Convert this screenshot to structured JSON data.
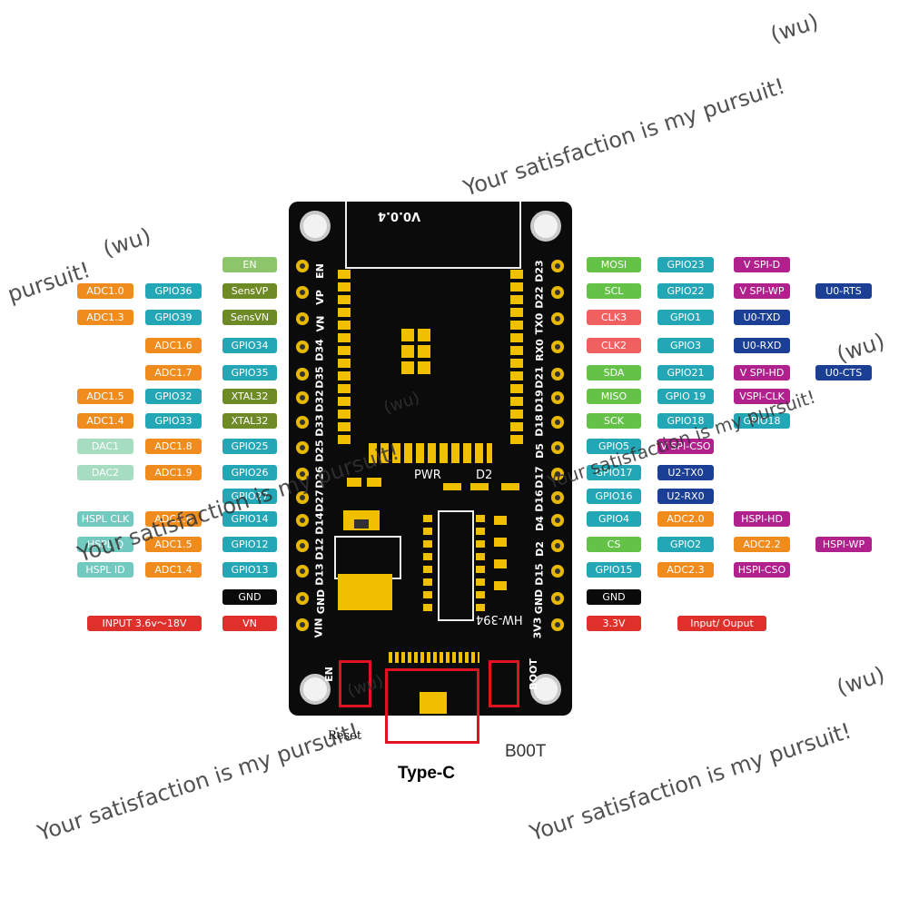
{
  "board": {
    "version": "V0.0.4",
    "model": "HW-394",
    "pwr_label": "PWR",
    "d2_label": "D2",
    "en_label": "EN",
    "boot_label": "BOOT"
  },
  "left_silk": [
    "EN",
    "VP",
    "VN",
    "D34",
    "D35",
    "D32",
    "D33",
    "D25",
    "D26",
    "D27",
    "D14",
    "D12",
    "D13",
    "GND",
    "VIN"
  ],
  "right_silk": [
    "D23",
    "D22",
    "TX0",
    "RX0",
    "D21",
    "D19",
    "D18",
    "D5",
    "D17",
    "D16",
    "D4",
    "D2",
    "D15",
    "GND",
    "3V3"
  ],
  "captions": {
    "reset": "Reset",
    "type_c": "Type-C",
    "boot": "B00T"
  },
  "watermarks": [
    "(wu)",
    "Your satisfaction is my pursuit!",
    "pursuit!",
    "(wu)",
    "(wu)",
    "Your satisfaction is my pursuit!",
    "(wu)",
    "Your satisfaction is my pursuit!",
    "(wu)",
    "Your satisfaction is my pursuit!",
    "(wu)"
  ],
  "colors": {
    "en_green": "#8dc56b",
    "adc_orange": "#f08c1e",
    "gpio_teal": "#23a6b6",
    "sens_olive": "#6e8a26",
    "dac_mint": "#a6dcc0",
    "hspi_aqua": "#72c9c0",
    "gnd_black": "#0a0a0a",
    "power_red": "#e0302c",
    "bright_green": "#63c247",
    "salmon": "#f06060",
    "vspi_magenta": "#b0218e",
    "uart_navy": "#1b3f94",
    "gold": "#e7b800",
    "highlight_red": "#e0141e"
  },
  "labels": [
    {
      "text": "EN",
      "color": "#8dc56b"
    },
    {
      "text": "ADC1.0",
      "color": "#f08c1e"
    },
    {
      "text": "GPIO36",
      "color": "#23a6b6"
    },
    {
      "text": "SensVP",
      "color": "#6e8a26"
    },
    {
      "text": "ADC1.3",
      "color": "#f08c1e"
    },
    {
      "text": "GPIO39",
      "color": "#23a6b6"
    },
    {
      "text": "SensVN",
      "color": "#6e8a26"
    },
    {
      "text": "ADC1.6",
      "color": "#f08c1e"
    },
    {
      "text": "GPIO34",
      "color": "#23a6b6"
    },
    {
      "text": "ADC1.7",
      "color": "#f08c1e"
    },
    {
      "text": "GPIO35",
      "color": "#23a6b6"
    },
    {
      "text": "ADC1.5",
      "color": "#f08c1e"
    },
    {
      "text": "GPIO32",
      "color": "#23a6b6"
    },
    {
      "text": "XTAL32",
      "color": "#6e8a26"
    },
    {
      "text": "ADC1.4",
      "color": "#f08c1e"
    },
    {
      "text": "GPIO33",
      "color": "#23a6b6"
    },
    {
      "text": "XTAL32",
      "color": "#6e8a26"
    },
    {
      "text": "DAC1",
      "color": "#a6dcc0"
    },
    {
      "text": "ADC1.8",
      "color": "#f08c1e"
    },
    {
      "text": "GPIO25",
      "color": "#23a6b6"
    },
    {
      "text": "DAC2",
      "color": "#a6dcc0"
    },
    {
      "text": "ADC1.9",
      "color": "#f08c1e"
    },
    {
      "text": "GPIO26",
      "color": "#23a6b6"
    },
    {
      "text": "GPIO27",
      "color": "#23a6b6"
    },
    {
      "text": "HSPL CLK",
      "color": "#72c9c0"
    },
    {
      "text": "ADC1.6",
      "color": "#f08c1e"
    },
    {
      "text": "GPIO14",
      "color": "#23a6b6"
    },
    {
      "text": "HSPL Q",
      "color": "#72c9c0"
    },
    {
      "text": "ADC1.5",
      "color": "#f08c1e"
    },
    {
      "text": "GPIO12",
      "color": "#23a6b6"
    },
    {
      "text": "HSPL ID",
      "color": "#72c9c0"
    },
    {
      "text": "ADC1.4",
      "color": "#f08c1e"
    },
    {
      "text": "GPIO13",
      "color": "#23a6b6"
    },
    {
      "text": "GND",
      "color": "#0a0a0a"
    },
    {
      "text": "INPUT  3.6v～18V",
      "color": "#e0302c"
    },
    {
      "text": "VN",
      "color": "#e0302c"
    },
    {
      "text": "MOSI",
      "color": "#63c247"
    },
    {
      "text": "GPIO23",
      "color": "#23a6b6"
    },
    {
      "text": "V SPI-D",
      "color": "#b0218e"
    },
    {
      "text": "SCL",
      "color": "#63c247"
    },
    {
      "text": "GPIO22",
      "color": "#23a6b6"
    },
    {
      "text": "V SPI-WP",
      "color": "#b0218e"
    },
    {
      "text": "U0-RTS",
      "color": "#1b3f94"
    },
    {
      "text": "CLK3",
      "color": "#f06060"
    },
    {
      "text": "GPIO1",
      "color": "#23a6b6"
    },
    {
      "text": "U0-TXD",
      "color": "#1b3f94"
    },
    {
      "text": "CLK2",
      "color": "#f06060"
    },
    {
      "text": "GPIO3",
      "color": "#23a6b6"
    },
    {
      "text": "U0-RXD",
      "color": "#1b3f94"
    },
    {
      "text": "SDA",
      "color": "#63c247"
    },
    {
      "text": "GPIO21",
      "color": "#23a6b6"
    },
    {
      "text": "V SPI-HD",
      "color": "#b0218e"
    },
    {
      "text": "U0-CTS",
      "color": "#1b3f94"
    },
    {
      "text": "MISO",
      "color": "#63c247"
    },
    {
      "text": "GPIO 19",
      "color": "#23a6b6"
    },
    {
      "text": "VSPI-CLK",
      "color": "#b0218e"
    },
    {
      "text": "SCK",
      "color": "#63c247"
    },
    {
      "text": "GPIO18",
      "color": "#23a6b6"
    },
    {
      "text": "GPIO18",
      "color": "#23a6b6"
    },
    {
      "text": "GPIO5",
      "color": "#23a6b6"
    },
    {
      "text": "V SPI-CSO",
      "color": "#b0218e"
    },
    {
      "text": "GPIO17",
      "color": "#23a6b6"
    },
    {
      "text": "U2-TX0",
      "color": "#1b3f94"
    },
    {
      "text": "GPIO16",
      "color": "#23a6b6"
    },
    {
      "text": "U2-RX0",
      "color": "#1b3f94"
    },
    {
      "text": "GPIO4",
      "color": "#23a6b6"
    },
    {
      "text": "ADC2.0",
      "color": "#f08c1e"
    },
    {
      "text": "HSPI-HD",
      "color": "#b0218e"
    },
    {
      "text": "CS",
      "color": "#63c247"
    },
    {
      "text": "GPIO2",
      "color": "#23a6b6"
    },
    {
      "text": "ADC2.2",
      "color": "#f08c1e"
    },
    {
      "text": "HSPI-WP",
      "color": "#b0218e"
    },
    {
      "text": "GPIO15",
      "color": "#23a6b6"
    },
    {
      "text": "ADC2.3",
      "color": "#f08c1e"
    },
    {
      "text": "HSPI-CSO",
      "color": "#b0218e"
    },
    {
      "text": "GND",
      "color": "#0a0a0a"
    },
    {
      "text": "3.3V",
      "color": "#e0302c"
    },
    {
      "text": "Input/ Ouput",
      "color": "#e0302c"
    }
  ]
}
